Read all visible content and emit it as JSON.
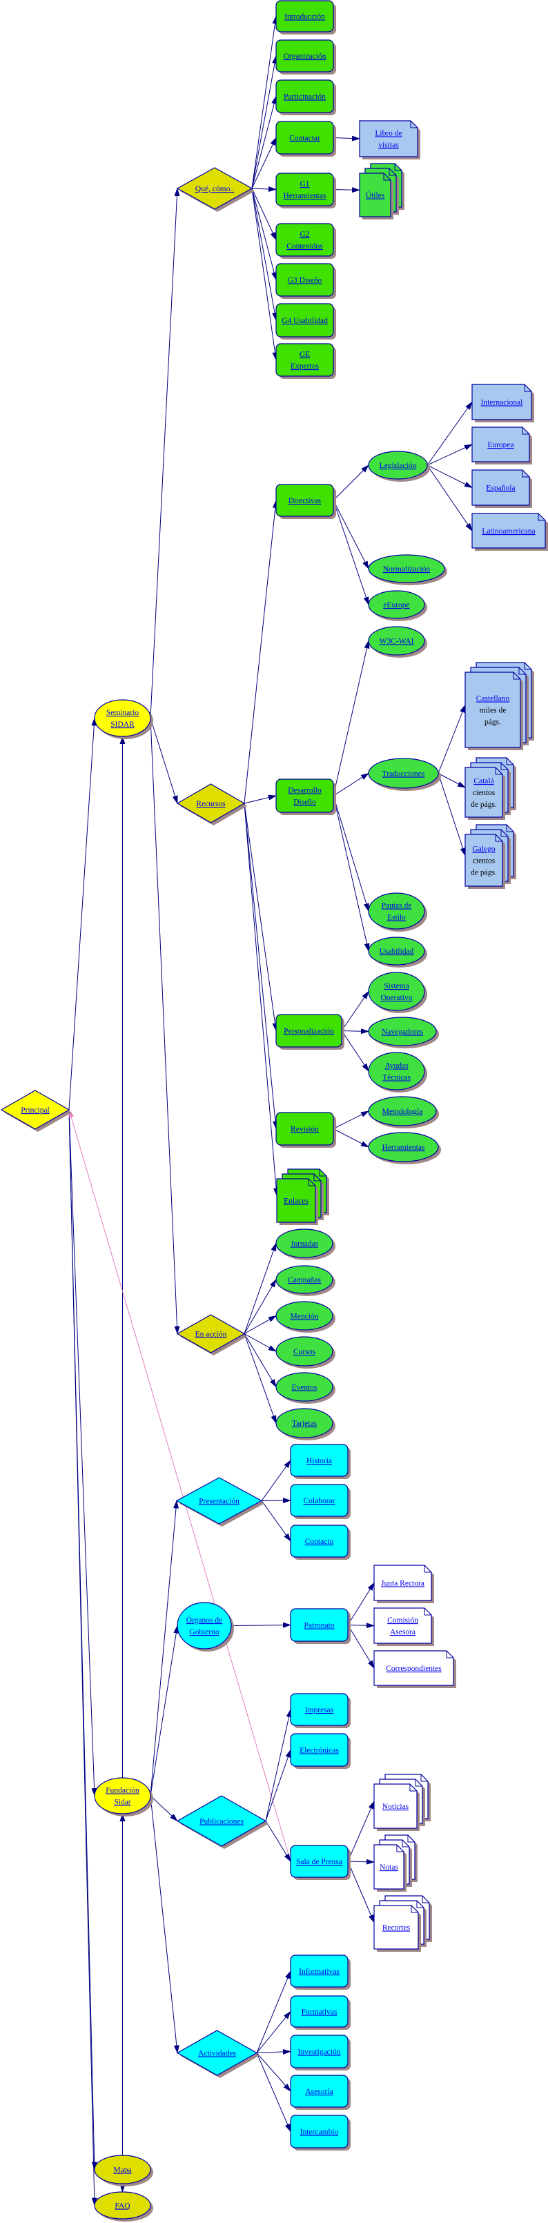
{
  "colors": {
    "edge": "#000080",
    "link_edge": "#e080c0",
    "outline": "#0000a0",
    "shadow": "#a08888",
    "link_text": "#0000ee"
  },
  "nodes": [
    {
      "id": "principal",
      "shape": "diamond",
      "fill": "#ffff00",
      "lines": [
        "Principal"
      ]
    },
    {
      "id": "seminario",
      "shape": "ellipse",
      "fill": "#ffff00",
      "lines": [
        "Seminario",
        "SIDAR"
      ]
    },
    {
      "id": "fundacion",
      "shape": "ellipse",
      "fill": "#ffff00",
      "lines": [
        "Fundación",
        "Sidar"
      ]
    },
    {
      "id": "mapa",
      "shape": "ellipse",
      "fill": "#dede00",
      "lines": [
        "Mapa"
      ]
    },
    {
      "id": "faq",
      "shape": "ellipse",
      "fill": "#dede00",
      "lines": [
        "FAQ"
      ]
    },
    {
      "id": "que",
      "shape": "diamond",
      "fill": "#dede00",
      "lines": [
        "Qué, cómo.."
      ]
    },
    {
      "id": "introduccion",
      "shape": "box",
      "fill": "#40e000",
      "lines": [
        "Introducción"
      ]
    },
    {
      "id": "organizacion",
      "shape": "box",
      "fill": "#40e000",
      "lines": [
        "Organización"
      ]
    },
    {
      "id": "participacion",
      "shape": "box",
      "fill": "#40e000",
      "lines": [
        "Participación"
      ]
    },
    {
      "id": "contactar",
      "shape": "box",
      "fill": "#40e000",
      "lines": [
        "Contactar"
      ]
    },
    {
      "id": "libro",
      "shape": "doc",
      "fill": "#a8c8f0",
      "lines": [
        "Libro de",
        "visitas"
      ]
    },
    {
      "id": "g1",
      "shape": "box",
      "fill": "#40e000",
      "lines": [
        "G1",
        "Herramientas"
      ]
    },
    {
      "id": "utiles",
      "shape": "stack",
      "fill": "#40e040",
      "lines": [
        "Útiles"
      ]
    },
    {
      "id": "g2",
      "shape": "box",
      "fill": "#40e000",
      "lines": [
        "G2",
        "Contenidos"
      ]
    },
    {
      "id": "g3",
      "shape": "box",
      "fill": "#40e000",
      "lines": [
        "G3 Diseño"
      ]
    },
    {
      "id": "g4",
      "shape": "box",
      "fill": "#40e000",
      "lines": [
        "G4 Usabilidad"
      ]
    },
    {
      "id": "ge",
      "shape": "box",
      "fill": "#40e000",
      "lines": [
        "GE",
        "Expertos"
      ]
    },
    {
      "id": "recursos",
      "shape": "diamond",
      "fill": "#dede00",
      "lines": [
        "Recursos"
      ]
    },
    {
      "id": "directivas",
      "shape": "box",
      "fill": "#40e000",
      "lines": [
        "Directivas"
      ]
    },
    {
      "id": "legislacion",
      "shape": "ellipse",
      "fill": "#40e040",
      "lines": [
        "Legislación"
      ]
    },
    {
      "id": "internacional",
      "shape": "doc",
      "fill": "#a8c8f0",
      "lines": [
        "Internacional"
      ]
    },
    {
      "id": "europea",
      "shape": "doc",
      "fill": "#a8c8f0",
      "lines": [
        "Europea"
      ]
    },
    {
      "id": "espanola",
      "shape": "doc",
      "fill": "#a8c8f0",
      "lines": [
        "Española"
      ]
    },
    {
      "id": "latinoamericana",
      "shape": "doc",
      "fill": "#a8c8f0",
      "lines": [
        "Latinoamericana"
      ]
    },
    {
      "id": "normalizacion",
      "shape": "ellipse",
      "fill": "#40e040",
      "lines": [
        "Normalización"
      ]
    },
    {
      "id": "eeurope",
      "shape": "ellipse",
      "fill": "#40e040",
      "lines": [
        "eEurope"
      ]
    },
    {
      "id": "w3c",
      "shape": "ellipse",
      "fill": "#40e040",
      "lines": [
        "W3C-WAI"
      ]
    },
    {
      "id": "desarrollo",
      "shape": "box",
      "fill": "#40e000",
      "lines": [
        "Desarrollo",
        "Diseño"
      ]
    },
    {
      "id": "traducciones",
      "shape": "ellipse",
      "fill": "#40e040",
      "lines": [
        "Traducciones"
      ]
    },
    {
      "id": "castellano",
      "shape": "stack",
      "fill": "#a8c8f0",
      "lines": [
        "Castellano"
      ],
      "extra": [
        "miles de",
        "págs."
      ]
    },
    {
      "id": "catala",
      "shape": "stack",
      "fill": "#a8c8f0",
      "lines": [
        "Catalá"
      ],
      "extra": [
        "cientos",
        "de págs."
      ]
    },
    {
      "id": "galego",
      "shape": "stack",
      "fill": "#a8c8f0",
      "lines": [
        "Galego"
      ],
      "extra": [
        "cientos",
        "de págs."
      ]
    },
    {
      "id": "pautas",
      "shape": "ellipse",
      "fill": "#40e040",
      "lines": [
        "Pautas de",
        "Estilo"
      ]
    },
    {
      "id": "usabilidad",
      "shape": "ellipse",
      "fill": "#40e040",
      "lines": [
        "Usabilidad"
      ]
    },
    {
      "id": "personalizacion",
      "shape": "box",
      "fill": "#40e000",
      "lines": [
        "Personalización"
      ]
    },
    {
      "id": "sistema",
      "shape": "ellipse",
      "fill": "#40e040",
      "lines": [
        "Sistema",
        "Operativo"
      ]
    },
    {
      "id": "navegadores",
      "shape": "ellipse",
      "fill": "#40e040",
      "lines": [
        "Navegadores"
      ]
    },
    {
      "id": "ayudas",
      "shape": "ellipse",
      "fill": "#40e040",
      "lines": [
        "Ayudas",
        "Técnicas"
      ]
    },
    {
      "id": "revision",
      "shape": "box",
      "fill": "#40e000",
      "lines": [
        "Revisión"
      ]
    },
    {
      "id": "metodologia",
      "shape": "ellipse",
      "fill": "#40e040",
      "lines": [
        "Metodología"
      ]
    },
    {
      "id": "herramientas",
      "shape": "ellipse",
      "fill": "#40e040",
      "lines": [
        "Herramientas"
      ]
    },
    {
      "id": "enlaces",
      "shape": "stack",
      "fill": "#40e000",
      "lines": [
        "Enlaces"
      ]
    },
    {
      "id": "enaccion",
      "shape": "diamond",
      "fill": "#dede00",
      "lines": [
        "En acción"
      ]
    },
    {
      "id": "jornadas",
      "shape": "ellipse",
      "fill": "#40e040",
      "lines": [
        "Jornadas"
      ]
    },
    {
      "id": "campanas",
      "shape": "ellipse",
      "fill": "#40e040",
      "lines": [
        "Campañas"
      ]
    },
    {
      "id": "mencion",
      "shape": "ellipse",
      "fill": "#40e040",
      "lines": [
        "Mención"
      ]
    },
    {
      "id": "cursos",
      "shape": "ellipse",
      "fill": "#40e040",
      "lines": [
        "Cursos"
      ]
    },
    {
      "id": "eventos",
      "shape": "ellipse",
      "fill": "#40e040",
      "lines": [
        "Eventos"
      ]
    },
    {
      "id": "tarjetas",
      "shape": "ellipse",
      "fill": "#40e040",
      "lines": [
        "Tarjetas"
      ]
    },
    {
      "id": "presentacion",
      "shape": "diamond",
      "fill": "#00ffff",
      "lines": [
        "Presentación"
      ]
    },
    {
      "id": "historia",
      "shape": "box",
      "fill": "#00ffff",
      "lines": [
        "Historia"
      ]
    },
    {
      "id": "colaborar",
      "shape": "box",
      "fill": "#00ffff",
      "lines": [
        "Colaborar"
      ]
    },
    {
      "id": "contacto",
      "shape": "box",
      "fill": "#00ffff",
      "lines": [
        "Contacto"
      ]
    },
    {
      "id": "organos",
      "shape": "ellipse",
      "fill": "#00ffff",
      "lines": [
        "Órganos de",
        "Gobierno"
      ]
    },
    {
      "id": "patronato",
      "shape": "box",
      "fill": "#00ffff",
      "lines": [
        "Patronato"
      ]
    },
    {
      "id": "junta",
      "shape": "doc",
      "fill": "#ffffff",
      "lines": [
        "Junta Rectora"
      ]
    },
    {
      "id": "comision",
      "shape": "doc",
      "fill": "#ffffff",
      "lines": [
        "Comisión",
        "Asesora"
      ]
    },
    {
      "id": "correspondientes",
      "shape": "doc",
      "fill": "#ffffff",
      "lines": [
        "Correspondientes"
      ]
    },
    {
      "id": "publicaciones",
      "shape": "diamond",
      "fill": "#00ffff",
      "lines": [
        "Publicaciones"
      ]
    },
    {
      "id": "impresas",
      "shape": "box",
      "fill": "#00ffff",
      "lines": [
        "Impresas"
      ]
    },
    {
      "id": "electronicas",
      "shape": "box",
      "fill": "#00ffff",
      "lines": [
        "Electrónicas"
      ]
    },
    {
      "id": "sala",
      "shape": "box",
      "fill": "#00ffff",
      "lines": [
        "Sala de Prensa"
      ]
    },
    {
      "id": "noticias",
      "shape": "stack",
      "fill": "#ffffff",
      "lines": [
        "Noticias"
      ]
    },
    {
      "id": "notas",
      "shape": "stack",
      "fill": "#ffffff",
      "lines": [
        "Notas"
      ]
    },
    {
      "id": "recortes",
      "shape": "stack",
      "fill": "#ffffff",
      "lines": [
        "Recortes"
      ]
    },
    {
      "id": "actividades",
      "shape": "diamond",
      "fill": "#00ffff",
      "lines": [
        "Actividades"
      ]
    },
    {
      "id": "informativas",
      "shape": "box",
      "fill": "#00ffff",
      "lines": [
        "Informativas"
      ]
    },
    {
      "id": "formativas",
      "shape": "box",
      "fill": "#00ffff",
      "lines": [
        "Formativas"
      ]
    },
    {
      "id": "investigacion",
      "shape": "box",
      "fill": "#00ffff",
      "lines": [
        "Investigación"
      ]
    },
    {
      "id": "asesoria",
      "shape": "box",
      "fill": "#00ffff",
      "lines": [
        "Asesoría"
      ]
    },
    {
      "id": "intercambio",
      "shape": "box",
      "fill": "#00ffff",
      "lines": [
        "Intercambio"
      ]
    }
  ],
  "edges": [
    {
      "from": "principal",
      "to": "seminario"
    },
    {
      "from": "principal",
      "to": "fundacion"
    },
    {
      "from": "principal",
      "to": "mapa"
    },
    {
      "from": "principal",
      "to": "faq"
    },
    {
      "from": "mapa",
      "to": "seminario"
    },
    {
      "from": "mapa",
      "to": "fundacion"
    },
    {
      "from": "mapa",
      "to": "faq"
    },
    {
      "from": "sala",
      "to": "principal",
      "link": true
    },
    {
      "from": "seminario",
      "to": "que"
    },
    {
      "from": "seminario",
      "to": "recursos"
    },
    {
      "from": "seminario",
      "to": "enaccion"
    },
    {
      "from": "que",
      "to": "introduccion"
    },
    {
      "from": "que",
      "to": "organizacion"
    },
    {
      "from": "que",
      "to": "participacion"
    },
    {
      "from": "que",
      "to": "contactar"
    },
    {
      "from": "que",
      "to": "g1"
    },
    {
      "from": "que",
      "to": "g2"
    },
    {
      "from": "que",
      "to": "g3"
    },
    {
      "from": "que",
      "to": "g4"
    },
    {
      "from": "que",
      "to": "ge"
    },
    {
      "from": "contactar",
      "to": "libro"
    },
    {
      "from": "g1",
      "to": "utiles"
    },
    {
      "from": "recursos",
      "to": "directivas"
    },
    {
      "from": "recursos",
      "to": "desarrollo"
    },
    {
      "from": "recursos",
      "to": "personalizacion"
    },
    {
      "from": "recursos",
      "to": "revision"
    },
    {
      "from": "recursos",
      "to": "enlaces"
    },
    {
      "from": "directivas",
      "to": "legislacion"
    },
    {
      "from": "directivas",
      "to": "normalizacion"
    },
    {
      "from": "directivas",
      "to": "eeurope"
    },
    {
      "from": "legislacion",
      "to": "internacional"
    },
    {
      "from": "legislacion",
      "to": "europea"
    },
    {
      "from": "legislacion",
      "to": "espanola"
    },
    {
      "from": "legislacion",
      "to": "latinoamericana"
    },
    {
      "from": "desarrollo",
      "to": "w3c"
    },
    {
      "from": "desarrollo",
      "to": "traducciones"
    },
    {
      "from": "desarrollo",
      "to": "pautas"
    },
    {
      "from": "desarrollo",
      "to": "usabilidad"
    },
    {
      "from": "traducciones",
      "to": "castellano"
    },
    {
      "from": "traducciones",
      "to": "catala"
    },
    {
      "from": "traducciones",
      "to": "galego"
    },
    {
      "from": "personalizacion",
      "to": "sistema"
    },
    {
      "from": "personalizacion",
      "to": "navegadores"
    },
    {
      "from": "personalizacion",
      "to": "ayudas"
    },
    {
      "from": "revision",
      "to": "metodologia"
    },
    {
      "from": "revision",
      "to": "herramientas"
    },
    {
      "from": "enaccion",
      "to": "jornadas"
    },
    {
      "from": "enaccion",
      "to": "campanas"
    },
    {
      "from": "enaccion",
      "to": "mencion"
    },
    {
      "from": "enaccion",
      "to": "cursos"
    },
    {
      "from": "enaccion",
      "to": "eventos"
    },
    {
      "from": "enaccion",
      "to": "tarjetas"
    },
    {
      "from": "fundacion",
      "to": "presentacion"
    },
    {
      "from": "fundacion",
      "to": "organos"
    },
    {
      "from": "fundacion",
      "to": "publicaciones"
    },
    {
      "from": "fundacion",
      "to": "actividades"
    },
    {
      "from": "presentacion",
      "to": "historia"
    },
    {
      "from": "presentacion",
      "to": "colaborar"
    },
    {
      "from": "presentacion",
      "to": "contacto"
    },
    {
      "from": "organos",
      "to": "patronato"
    },
    {
      "from": "patronato",
      "to": "junta"
    },
    {
      "from": "patronato",
      "to": "comision"
    },
    {
      "from": "patronato",
      "to": "correspondientes"
    },
    {
      "from": "publicaciones",
      "to": "impresas"
    },
    {
      "from": "publicaciones",
      "to": "electronicas"
    },
    {
      "from": "publicaciones",
      "to": "sala"
    },
    {
      "from": "sala",
      "to": "noticias"
    },
    {
      "from": "sala",
      "to": "notas"
    },
    {
      "from": "sala",
      "to": "recortes"
    },
    {
      "from": "actividades",
      "to": "informativas"
    },
    {
      "from": "actividades",
      "to": "formativas"
    },
    {
      "from": "actividades",
      "to": "investigacion"
    },
    {
      "from": "actividades",
      "to": "asesoria"
    },
    {
      "from": "actividades",
      "to": "intercambio"
    }
  ]
}
